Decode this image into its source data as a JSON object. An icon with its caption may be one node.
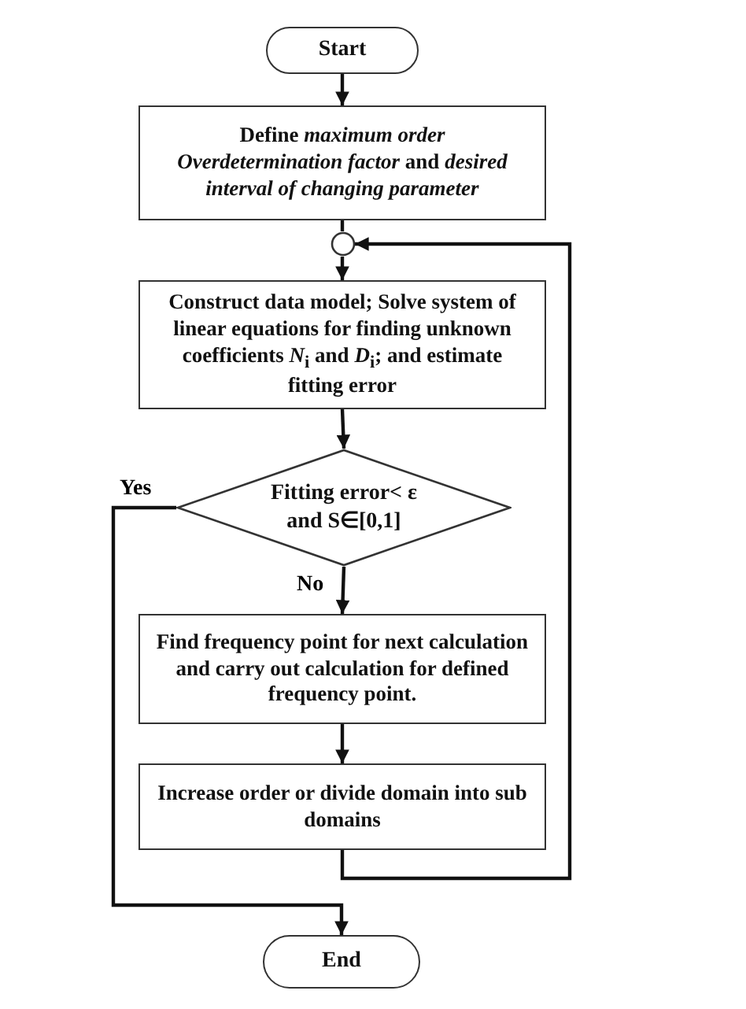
{
  "diagram": {
    "nodes": [
      {
        "text": [
          "Start"
        ]
      },
      {
        "text": [
          "Define *maximum order Overdetermination factor* and *desired interval of changing parameter*"
        ]
      },
      {
        "text": [],
        "shape": "circle"
      },
      {
        "text": [
          "Construct data model; Solve system of linear equations for finding unknown coefficients *N*$_{i}$ and *D*$_{i}$; and estimate fitting error"
        ]
      },
      {
        "text": [
          "Fitting error< ε and S∈[0,1]"
        ]
      },
      {
        "text": [
          "Find frequency point for next calculation and carry out calculation for defined frequency point."
        ]
      },
      {
        "text": [
          "Increase order or divide domain into sub domains"
        ]
      },
      {
        "text": [
          "End"
        ]
      }
    ],
    "edges": [
      {
        "from": 0,
        "to": 1,
        "arrow": "to"
      },
      {
        "from": 1,
        "to": 2,
        "arrow": "none"
      },
      {
        "from": 2,
        "to": 3,
        "arrow": "to"
      },
      {
        "from": 3,
        "to": 4,
        "arrow": "to"
      },
      {
        "from": 4,
        "to": 5,
        "arrow": "to",
        "label": "No"
      },
      {
        "from": 5,
        "to": 6,
        "arrow": "to"
      },
      {
        "from": 6,
        "to": 2,
        "arrow": "to"
      },
      {
        "from": 4,
        "to": 7,
        "arrow": "to",
        "label": "Yes"
      }
    ]
  }
}
